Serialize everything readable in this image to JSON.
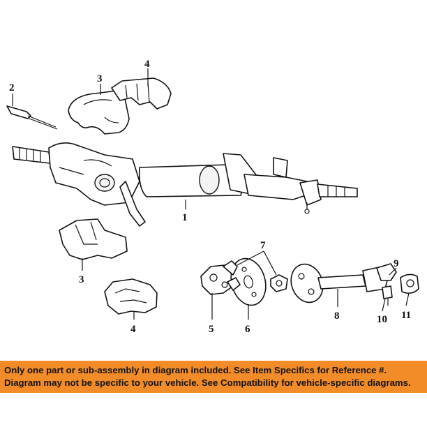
{
  "callouts": {
    "c1": "1",
    "c2": "2",
    "c3_top": "3",
    "c3_bottom": "3",
    "c4_top": "4",
    "c4_bottom": "4",
    "c5": "5",
    "c6": "6",
    "c7": "7",
    "c8": "8",
    "c9": "9",
    "c10": "10",
    "c11": "11"
  },
  "disclaimer": {
    "line1": "Only one part or sub-assembly in diagram included. See Item Specifics for Reference #.",
    "line2": "Diagram may not be specific to your vehicle. See Compatibility for vehicle-specific diagrams."
  },
  "colors": {
    "banner": "#f28c28",
    "ink": "#111111"
  }
}
